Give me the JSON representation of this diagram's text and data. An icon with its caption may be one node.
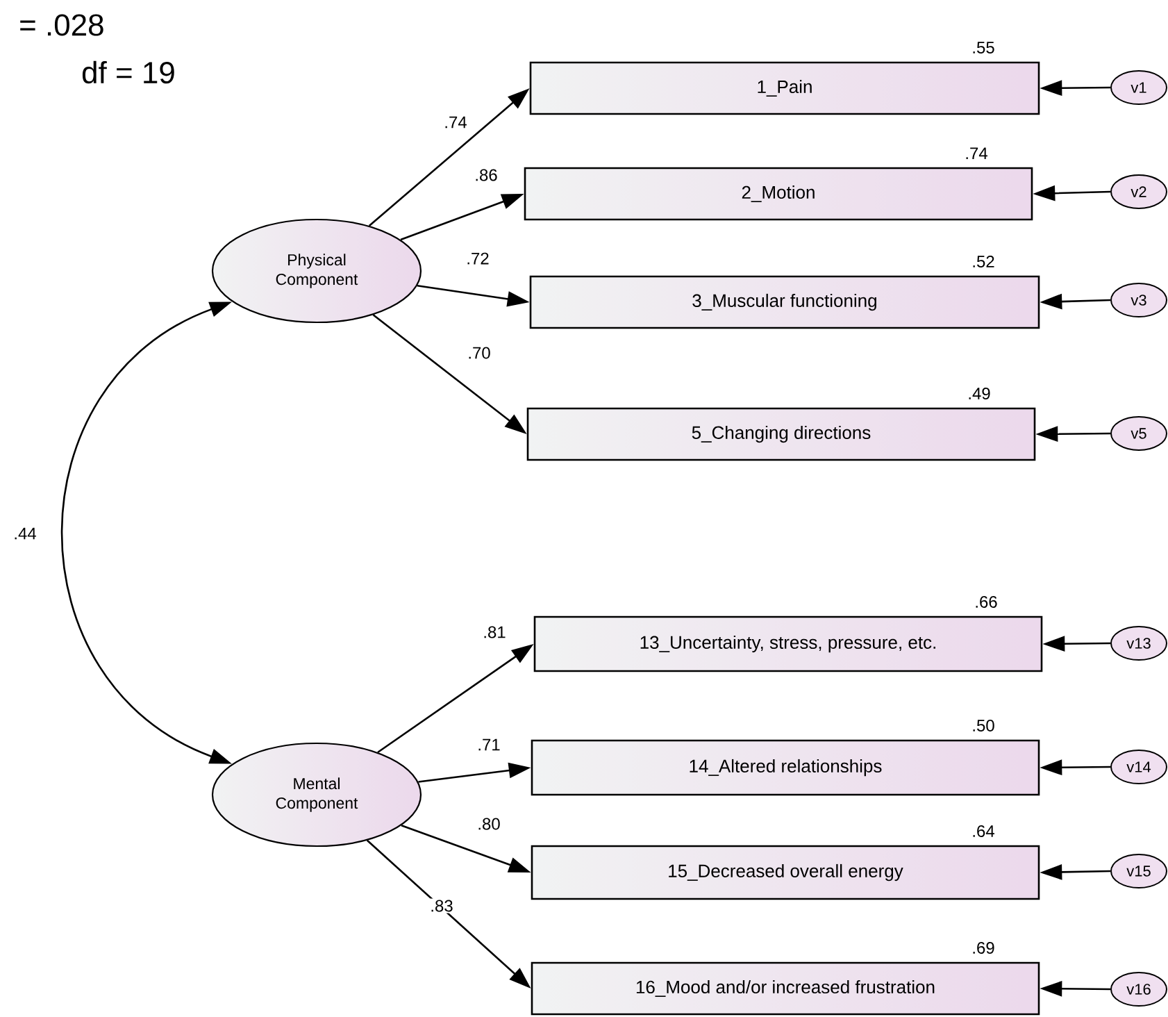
{
  "diagram": {
    "nodes": [
      {
        "text": [
          "Physical Component"
        ]
      },
      {
        "text": [
          "Mental Component"
        ]
      },
      {
        "text": [
          "1_Pain"
        ],
        "beside": [
          ".55"
        ]
      },
      {
        "text": [
          "2_Motion"
        ],
        "beside": [
          ".74"
        ]
      },
      {
        "text": [
          "3_Muscular functioning"
        ],
        "beside": [
          ".52"
        ]
      },
      {
        "text": [
          "5_Changing directions"
        ],
        "beside": [
          ".49"
        ]
      },
      {
        "text": [
          "13_Uncertainty, stress, pressure, etc."
        ],
        "beside": [
          ".66"
        ]
      },
      {
        "text": [
          "14_Altered relationships"
        ],
        "beside": [
          ".50"
        ]
      },
      {
        "text": [
          "15_Decreased overall energy"
        ],
        "beside": [
          ".64"
        ]
      },
      {
        "text": [
          "16_Mood and/or increased frustration"
        ],
        "beside": [
          ".69"
        ]
      },
      {
        "text": [
          "v1"
        ]
      },
      {
        "text": [
          "v2"
        ]
      },
      {
        "text": [
          "v3"
        ]
      },
      {
        "text": [
          "v5"
        ]
      },
      {
        "text": [
          "v13"
        ]
      },
      {
        "text": [
          "v14"
        ]
      },
      {
        "text": [
          "v15"
        ]
      },
      {
        "text": [
          "v16"
        ]
      }
    ],
    "edges": [
      {
        "from": 0,
        "to": 1,
        "arrow": "both",
        "label": ".44"
      },
      {
        "from": 0,
        "to": 2,
        "arrow": "to",
        "label": ".74"
      },
      {
        "from": 0,
        "to": 3,
        "arrow": "to",
        "label": ".86"
      },
      {
        "from": 0,
        "to": 4,
        "arrow": "to",
        "label": ".72"
      },
      {
        "from": 0,
        "to": 5,
        "arrow": "to",
        "label": ".70"
      },
      {
        "from": 1,
        "to": 6,
        "arrow": "to",
        "label": ".81"
      },
      {
        "from": 1,
        "to": 7,
        "arrow": "to",
        "label": ".71"
      },
      {
        "from": 1,
        "to": 8,
        "arrow": "to",
        "label": ".80"
      },
      {
        "from": 1,
        "to": 9,
        "arrow": "to",
        "label": ".83"
      },
      {
        "from": 10,
        "to": 2,
        "arrow": "to"
      },
      {
        "from": 11,
        "to": 3,
        "arrow": "to"
      },
      {
        "from": 12,
        "to": 4,
        "arrow": "to"
      },
      {
        "from": 13,
        "to": 5,
        "arrow": "to"
      },
      {
        "from": 14,
        "to": 6,
        "arrow": "to"
      },
      {
        "from": 15,
        "to": 7,
        "arrow": "to"
      },
      {
        "from": 16,
        "to": 8,
        "arrow": "to"
      },
      {
        "from": 17,
        "to": 9,
        "arrow": "to"
      }
    ],
    "labels": [
      "= .028",
      "df = 19"
    ]
  }
}
